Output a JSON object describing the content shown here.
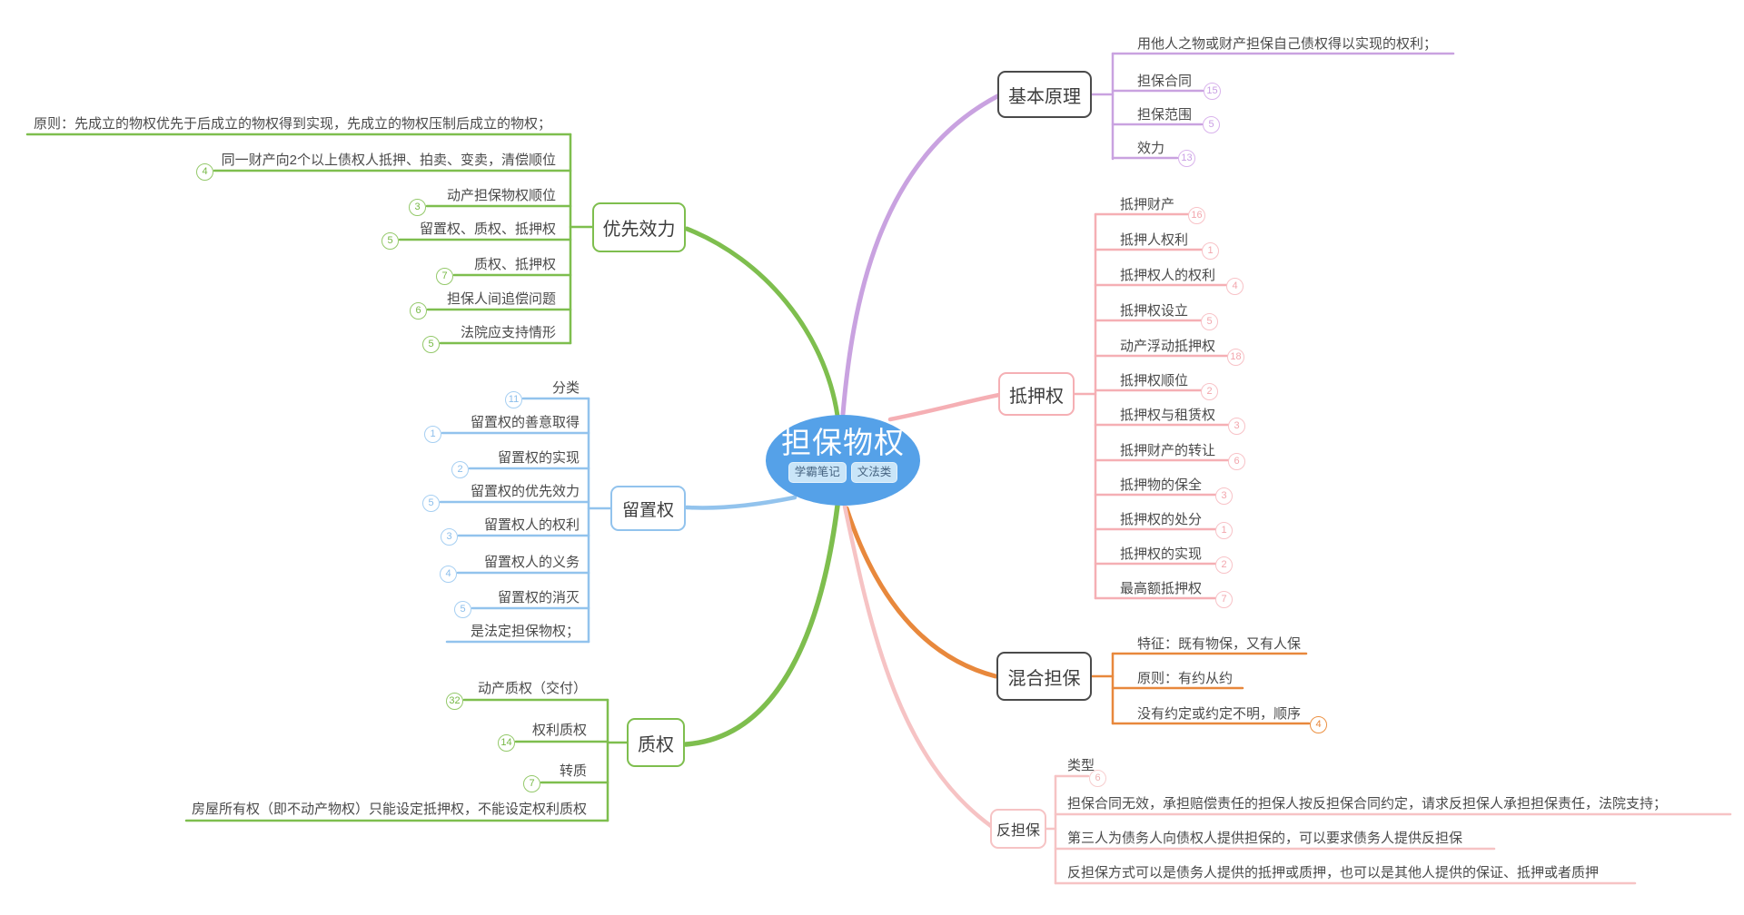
{
  "center": {
    "title": "担保物权",
    "tags": [
      "学霸笔记",
      "文法类"
    ]
  },
  "colors": {
    "center_fill": "#55A1E8",
    "tag_bg": "#C9E5F8",
    "basic_theory": "#C9A2E0",
    "mortgage": "#F5AFB4",
    "mixed_guarantee": "#E8883C",
    "counter_guarantee": "#F6C3C4",
    "priority_effect": "#7EBE4E",
    "lien": "#92C3ED",
    "pledge": "#7EBE4E",
    "dark_node_border": "#4a4a4a"
  },
  "branches": [
    {
      "label": "基本原理",
      "items": [
        {
          "label": "用他人之物或财产担保自己债权得以实现的权利；",
          "badge": ""
        },
        {
          "label": "担保合同",
          "badge": "15"
        },
        {
          "label": "担保范围",
          "badge": "5"
        },
        {
          "label": "效力",
          "badge": "13"
        }
      ]
    },
    {
      "label": "抵押权",
      "items": [
        {
          "label": "抵押财产",
          "badge": "16"
        },
        {
          "label": "抵押人权利",
          "badge": "1"
        },
        {
          "label": "抵押权人的权利",
          "badge": "4"
        },
        {
          "label": "抵押权设立",
          "badge": "5"
        },
        {
          "label": "动产浮动抵押权",
          "badge": "18"
        },
        {
          "label": "抵押权顺位",
          "badge": "2"
        },
        {
          "label": "抵押权与租赁权",
          "badge": "3"
        },
        {
          "label": "抵押财产的转让",
          "badge": "6"
        },
        {
          "label": "抵押物的保全",
          "badge": "3"
        },
        {
          "label": "抵押权的处分",
          "badge": "1"
        },
        {
          "label": "抵押权的实现",
          "badge": "2"
        },
        {
          "label": "最高额抵押权",
          "badge": "7"
        }
      ]
    },
    {
      "label": "混合担保",
      "items": [
        {
          "label": "特征：既有物保，又有人保",
          "badge": ""
        },
        {
          "label": "原则：有约从约",
          "badge": ""
        },
        {
          "label": "没有约定或约定不明，顺序",
          "badge": "4"
        }
      ]
    },
    {
      "label": "反担保",
      "items": [
        {
          "label": "类型",
          "badge": "6"
        },
        {
          "label": "担保合同无效，承担赔偿责任的担保人按反担保合同约定，请求反担保人承担担保责任，法院支持；",
          "badge": ""
        },
        {
          "label": "第三人为债务人向债权人提供担保的，可以要求债务人提供反担保",
          "badge": ""
        },
        {
          "label": "反担保方式可以是债务人提供的抵押或质押，也可以是其他人提供的保证、抵押或者质押",
          "badge": ""
        }
      ]
    },
    {
      "label": "优先效力",
      "items": [
        {
          "label": "原则：先成立的物权优先于后成立的物权得到实现，先成立的物权压制后成立的物权；",
          "badge": ""
        },
        {
          "label": "同一财产向2个以上债权人抵押、拍卖、变卖，清偿顺位",
          "badge": "4"
        },
        {
          "label": "动产担保物权顺位",
          "badge": "3"
        },
        {
          "label": "留置权、质权、抵押权",
          "badge": "5"
        },
        {
          "label": "质权、抵押权",
          "badge": "7"
        },
        {
          "label": "担保人间追偿问题",
          "badge": "6"
        },
        {
          "label": "法院应支持情形",
          "badge": "5"
        }
      ]
    },
    {
      "label": "留置权",
      "items": [
        {
          "label": "分类",
          "badge": "11"
        },
        {
          "label": "留置权的善意取得",
          "badge": "1"
        },
        {
          "label": "留置权的实现",
          "badge": "2"
        },
        {
          "label": "留置权的优先效力",
          "badge": "5"
        },
        {
          "label": "留置权人的权利",
          "badge": "3"
        },
        {
          "label": "留置权人的义务",
          "badge": "4"
        },
        {
          "label": "留置权的消灭",
          "badge": "5"
        },
        {
          "label": "是法定担保物权；",
          "badge": ""
        }
      ]
    },
    {
      "label": "质权",
      "items": [
        {
          "label": "动产质权（交付）",
          "badge": "32"
        },
        {
          "label": "权利质权",
          "badge": "14"
        },
        {
          "label": "转质",
          "badge": "7"
        },
        {
          "label": "房屋所有权（即不动产物权）只能设定抵押权，不能设定权利质权",
          "badge": ""
        }
      ]
    }
  ]
}
